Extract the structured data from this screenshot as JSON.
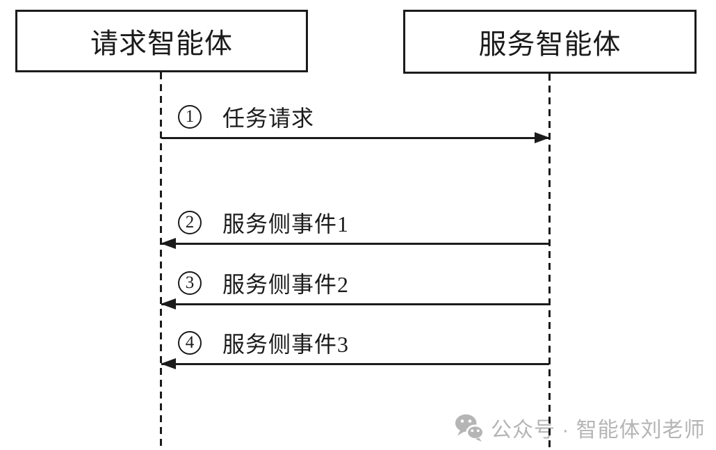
{
  "diagram": {
    "type": "sequence",
    "actors": [
      {
        "id": "request-agent",
        "name": "请求智能体"
      },
      {
        "id": "service-agent",
        "name": "服务智能体"
      }
    ],
    "messages": [
      {
        "num": "1",
        "label": "任务请求",
        "from": "请求智能体",
        "to": "服务智能体",
        "direction": "right"
      },
      {
        "num": "2",
        "label": "服务侧事件1",
        "from": "服务智能体",
        "to": "请求智能体",
        "direction": "left"
      },
      {
        "num": "3",
        "label": "服务侧事件2",
        "from": "服务智能体",
        "to": "请求智能体",
        "direction": "left"
      },
      {
        "num": "4",
        "label": "服务侧事件3",
        "from": "服务智能体",
        "to": "请求智能体",
        "direction": "left"
      }
    ]
  },
  "watermark": {
    "icon": "wechat-icon",
    "text": "公众号 · 智能体刘老师",
    "color": "#b5b5b5"
  },
  "colors": {
    "line": "#1b1b1b",
    "background": "#ffffff",
    "watermark": "#b5b5b5"
  }
}
